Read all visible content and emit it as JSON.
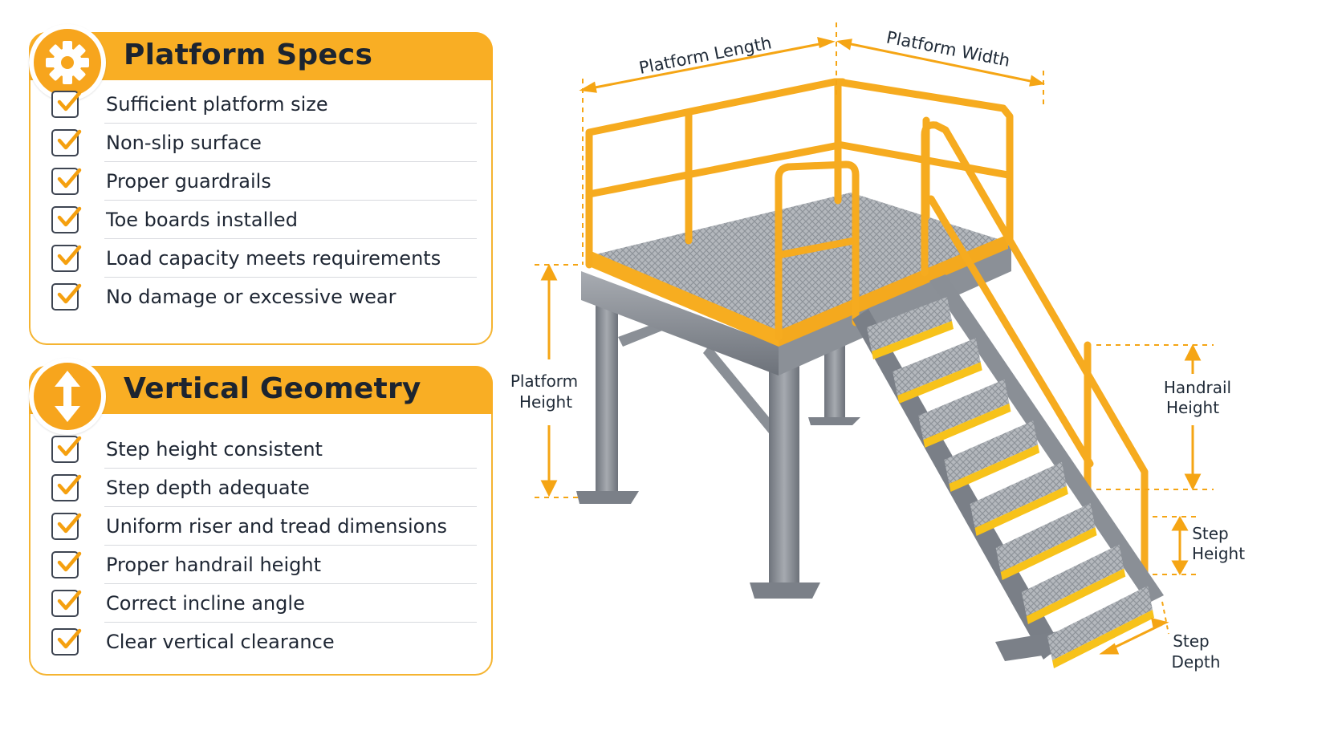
{
  "platform_specs": {
    "title": "Platform Specs",
    "icon": "gear-icon",
    "items": [
      "Sufficient platform size",
      "Non-slip surface",
      "Proper guardrails",
      "Toe boards installed",
      "Load capacity meets requirements",
      "No damage or excessive wear"
    ]
  },
  "vertical_geometry": {
    "title": "Vertical Geometry",
    "icon": "vertical-arrows-icon",
    "items": [
      "Step height consistent",
      "Step depth adequate",
      "Uniform riser and tread dimensions",
      "Proper handrail height",
      "Correct incline angle",
      "Clear vertical clearance"
    ]
  },
  "diagram_labels": {
    "platform_length": "Platform Length",
    "platform_width": "Platform Width",
    "platform_height": [
      "Platform",
      "Height"
    ],
    "handrail_height": [
      "Handrail",
      "Height"
    ],
    "step_height": [
      "Step",
      "Height"
    ],
    "step_depth": [
      "Step",
      "Depth"
    ]
  },
  "colors": {
    "accent": "#f9ae24",
    "steel": "#8a8f97",
    "grating": "#a9adb3",
    "text": "#1f2a37"
  }
}
